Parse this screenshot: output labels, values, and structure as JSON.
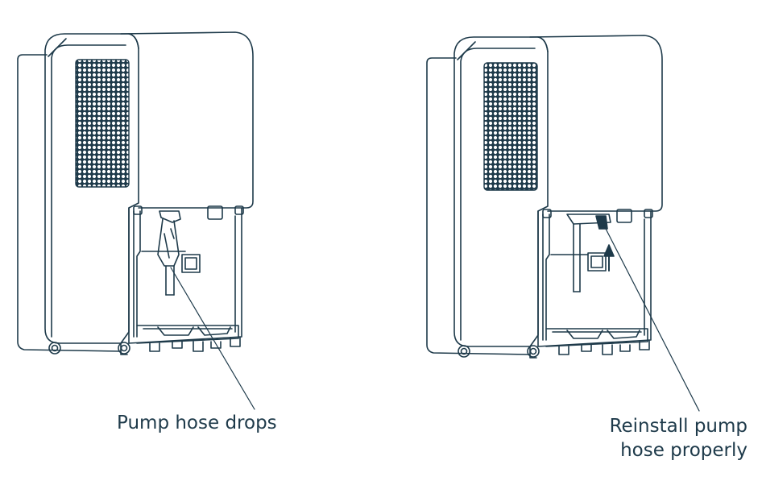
{
  "stroke_color": "#1e3a4a",
  "figures": [
    {
      "id": "pump-hose-drops",
      "caption_lines": [
        "Pump hose drops"
      ]
    },
    {
      "id": "reinstall-pump-hose",
      "caption_lines": [
        "Reinstall pump",
        "hose properly"
      ]
    }
  ]
}
